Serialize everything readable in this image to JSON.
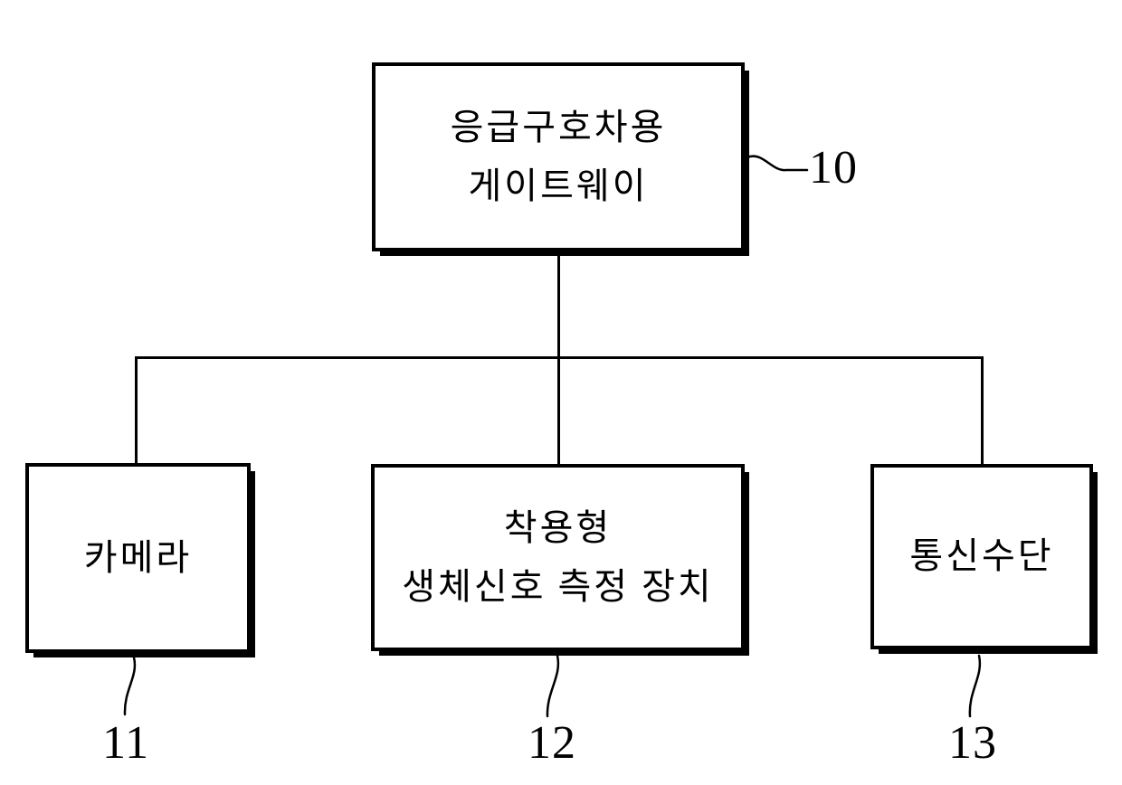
{
  "figure": {
    "background_color": "#ffffff",
    "ink_color": "#000000",
    "nodes": {
      "gateway": {
        "line1": "응급구호차용",
        "line2": "게이트웨이",
        "ref": "10"
      },
      "camera": {
        "line1": "카메라",
        "line2": "",
        "ref": "11"
      },
      "biosignal": {
        "line1": "착용형",
        "line2": "생체신호 측정 장치",
        "ref": "12"
      },
      "comm": {
        "line1": "통신수단",
        "line2": "",
        "ref": "13"
      }
    }
  }
}
